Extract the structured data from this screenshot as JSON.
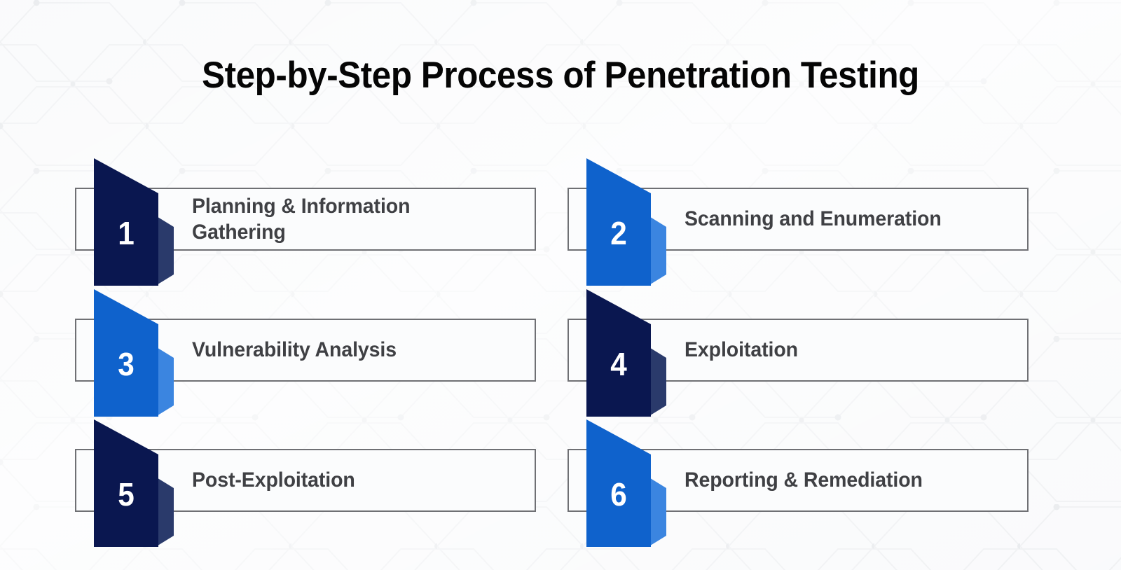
{
  "page": {
    "title": "Step-by-Step Process of Penetration Testing",
    "background_color": "#f7f8fa",
    "pattern": "hexagon-network",
    "pattern_line_color": "#e9ebee",
    "pattern_dot_color": "#dfe2e6"
  },
  "theme": {
    "navy": "#0a1750",
    "navy_side": "#2a3a6b",
    "blue": "#0f62cc",
    "blue_side": "#3b85e0",
    "card_border": "#6f7074",
    "card_fill": "#fbfcfd",
    "label_color": "#3f4044",
    "number_color": "#ffffff",
    "title_color": "#050505"
  },
  "steps": [
    {
      "number": "1",
      "label": "Planning & Information Gathering",
      "color": "navy",
      "badge_color": "#0a1750",
      "badge_side_color": "#2a3a6b",
      "column": "left",
      "row": 1,
      "two_line": true
    },
    {
      "number": "2",
      "label": "Scanning and Enumeration",
      "color": "blue",
      "badge_color": "#0f62cc",
      "badge_side_color": "#3b85e0",
      "column": "right",
      "row": 1,
      "two_line": false
    },
    {
      "number": "3",
      "label": "Vulnerability Analysis",
      "color": "blue",
      "badge_color": "#0f62cc",
      "badge_side_color": "#3b85e0",
      "column": "left",
      "row": 2,
      "two_line": false
    },
    {
      "number": "4",
      "label": "Exploitation",
      "color": "navy",
      "badge_color": "#0a1750",
      "badge_side_color": "#2a3a6b",
      "column": "right",
      "row": 2,
      "two_line": false
    },
    {
      "number": "5",
      "label": "Post-Exploitation",
      "color": "navy",
      "badge_color": "#0a1750",
      "badge_side_color": "#2a3a6b",
      "column": "left",
      "row": 3,
      "two_line": false
    },
    {
      "number": "6",
      "label": "Reporting & Remediation",
      "color": "blue",
      "badge_color": "#0f62cc",
      "badge_side_color": "#3b85e0",
      "column": "right",
      "row": 3,
      "two_line": false
    }
  ]
}
